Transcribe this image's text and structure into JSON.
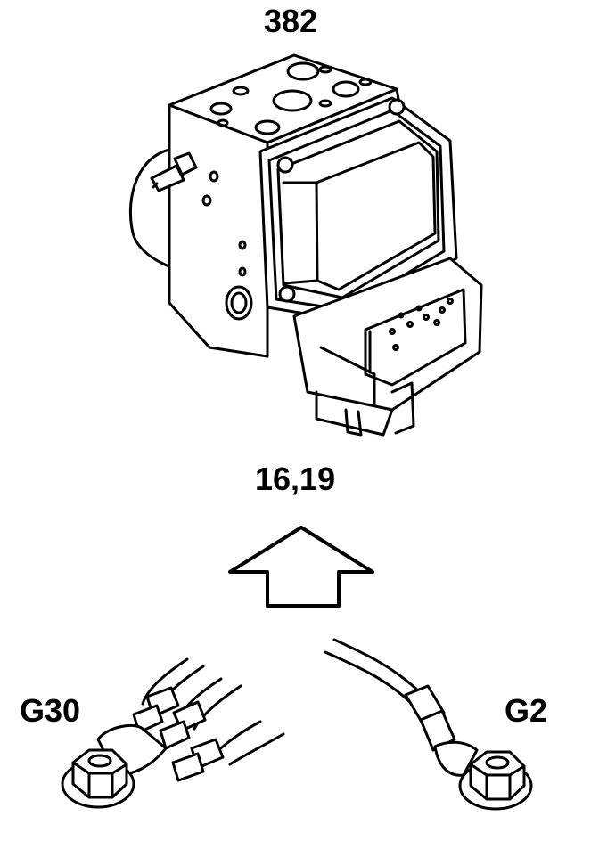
{
  "labels": {
    "component_number": "382",
    "torque_value": "16,19",
    "ground_left": "G30",
    "ground_right": "G2"
  },
  "colors": {
    "line": "#000000",
    "background": "#ffffff"
  },
  "icons": {
    "unit": "abs-hydraulic-unit-icon",
    "arrow": "up-arrow-icon",
    "ground_left": "ground-terminal-cluster-icon",
    "ground_right": "ground-terminal-single-icon"
  }
}
